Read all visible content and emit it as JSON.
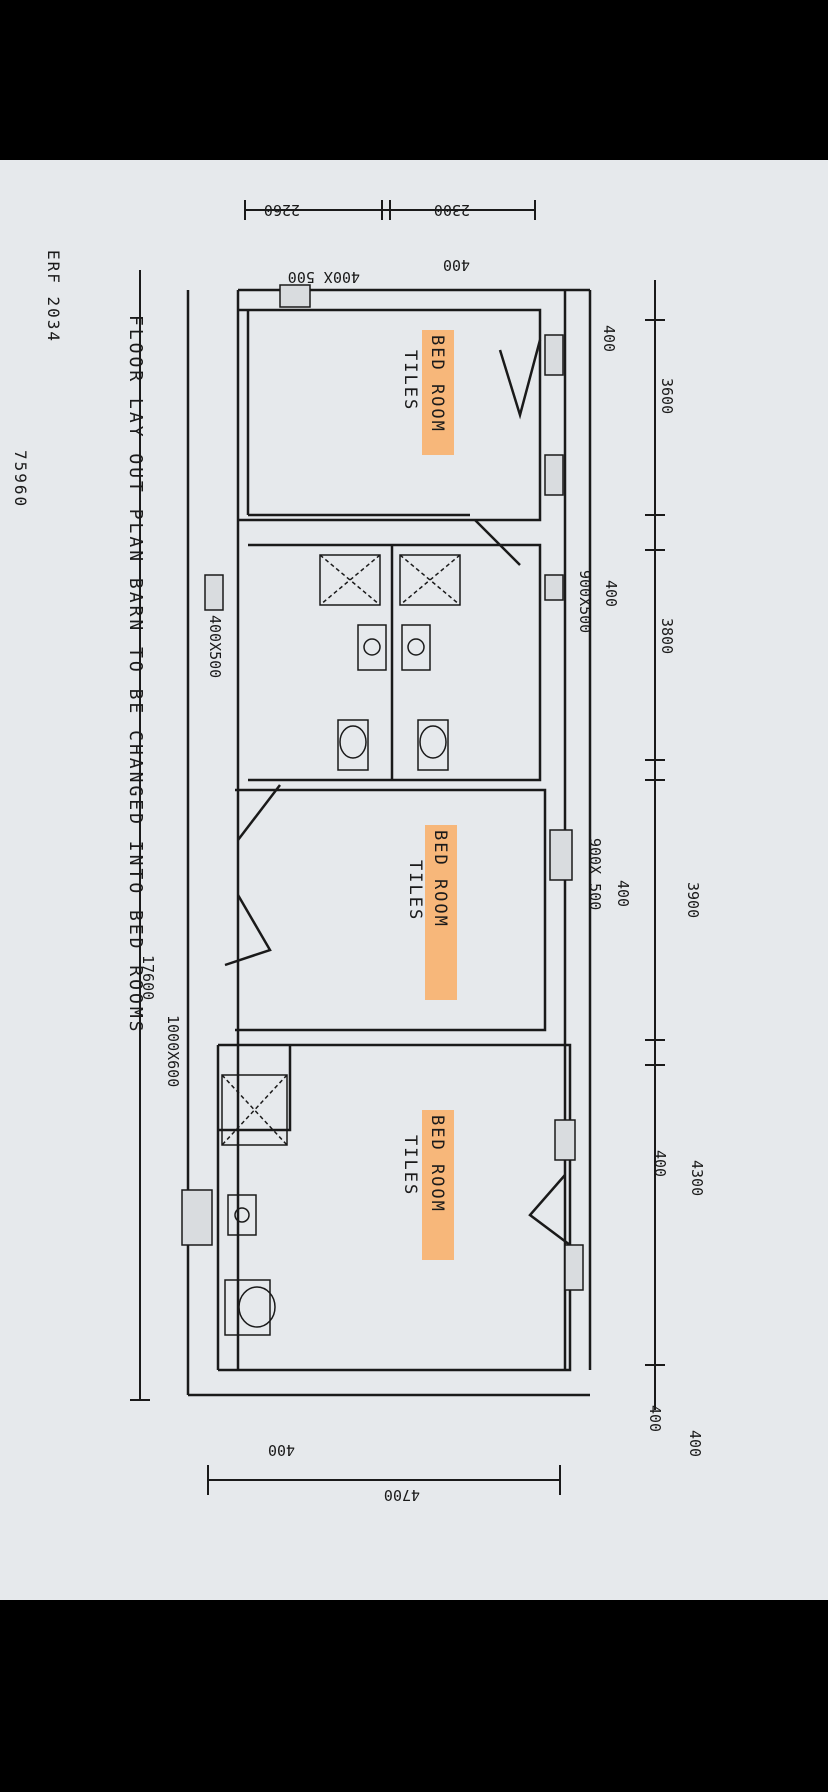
{
  "colors": {
    "paper": "#e6e9ec",
    "ink": "#1a1a1a",
    "highlight": "#f7b77a",
    "frame": "#000000"
  },
  "title": "FLOOR LAY OUT PLAN BARN TO BE CHANGED INTO BED ROOMS",
  "erf": "ERF 2034",
  "erf_number": "75960",
  "rooms": [
    {
      "name": "BED ROOM",
      "floor": "TILES"
    },
    {
      "name": "BED ROOM",
      "floor": "TILES"
    },
    {
      "name": "BED ROOM",
      "floor": "TILES"
    }
  ],
  "dimensions": {
    "total_length": "17600",
    "total_width": "4700",
    "room1_length": "3600",
    "bath_length": "3800",
    "room2_length": "3900",
    "room3_length": "4300",
    "wall_thickness": "400",
    "bath_width_a": "2260",
    "bath_width_b": "2300"
  },
  "windows": {
    "small_window": "400X 500",
    "bath_window": "400X500",
    "bath_window_outer": "900X500",
    "room2_window": "900X 500",
    "room3_window": "1000X600"
  }
}
